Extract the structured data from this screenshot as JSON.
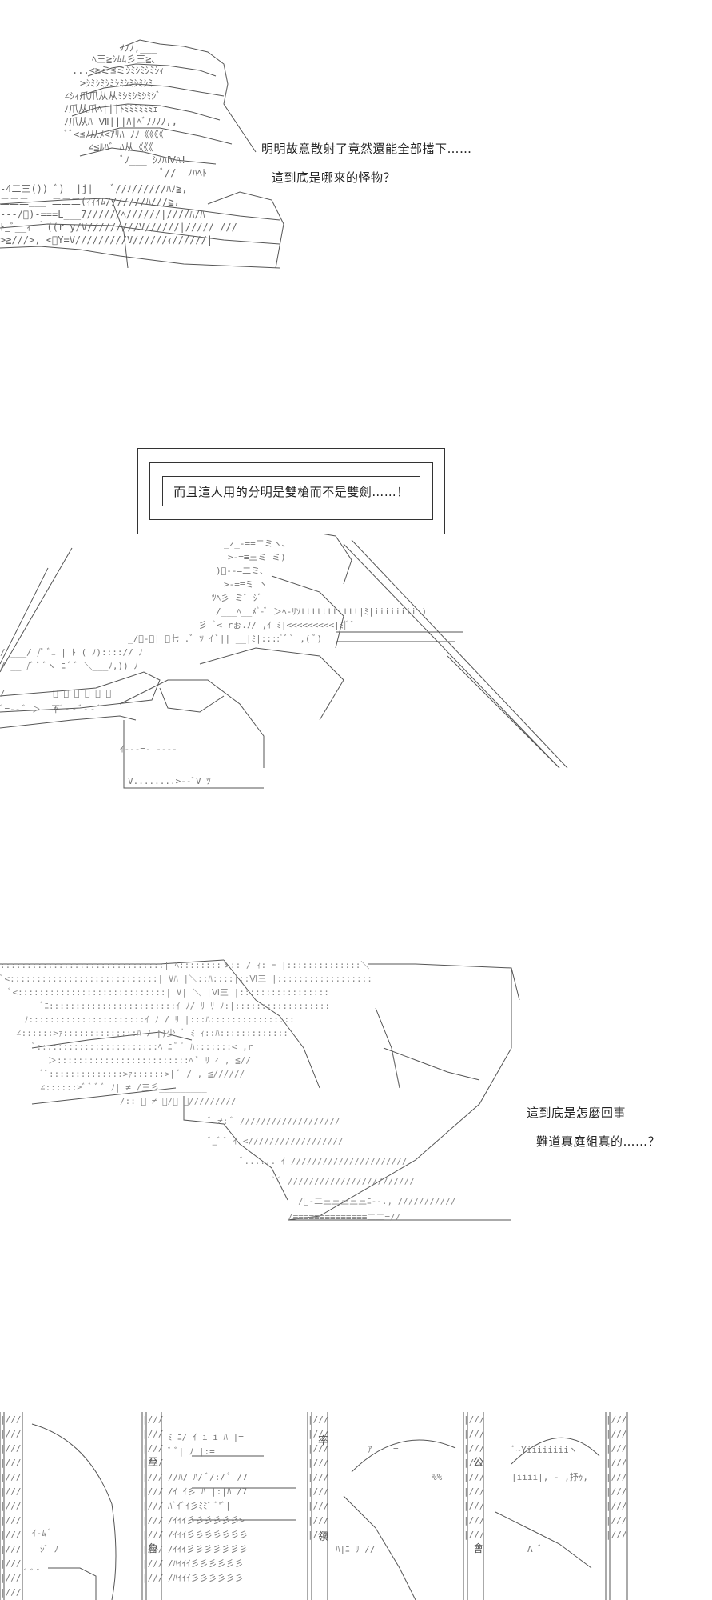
{
  "panel1": {
    "line1": "明明故意散射了竟然還能全部擋下……",
    "line2": "這到底是哪來的怪物？"
  },
  "panel2": {
    "box_text": "而且這人用的分明是雙槍而不是雙劍……！"
  },
  "panel3": {
    "line1": "這到底是怎麼回事",
    "line2": "難道真庭組真的……？"
  },
  "panel4": {
    "label_rate": "率",
    "label_lead": "領",
    "label_public": "公",
    "label_meet": "會",
    "label_arrive": "至",
    "label_lu": "魯"
  }
}
